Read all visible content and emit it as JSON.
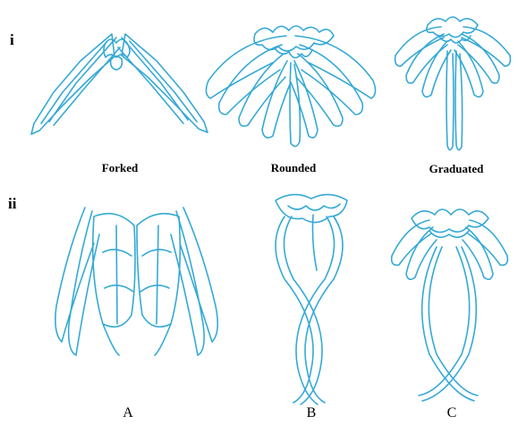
{
  "rows": {
    "top": {
      "label": "i"
    },
    "bottom": {
      "label": "ii"
    }
  },
  "top_captions": {
    "forked": "Forked",
    "rounded": "Rounded",
    "graduated": "Graduated"
  },
  "bottom_captions": {
    "a": "A",
    "b": "B",
    "c": "C"
  },
  "colors": {
    "stroke": "#35a9d6"
  }
}
